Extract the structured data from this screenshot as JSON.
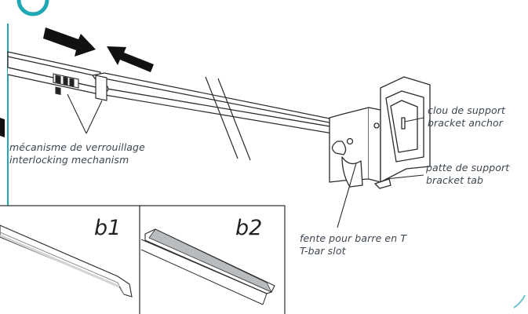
{
  "labels": {
    "interlock": {
      "fr": "mécanisme de verrouillage",
      "en": "interlocking mechanism"
    },
    "anchor": {
      "fr": "clou de support",
      "en": "bracket anchor"
    },
    "tab": {
      "fr": "patte de support",
      "en": "bracket tab"
    },
    "slot": {
      "fr": "fente pour barre en T",
      "en": "T-bar slot"
    }
  },
  "panels": {
    "b1": "b1",
    "b2": "b2"
  },
  "colors": {
    "accent": "#1fa9b5",
    "line": "#2b2b2b",
    "arrow": "#111111",
    "rail_gray": "#b9bcbf"
  },
  "icons": {
    "arrow_left": "push-arrow-right-icon",
    "arrow_right": "push-arrow-left-icon"
  }
}
